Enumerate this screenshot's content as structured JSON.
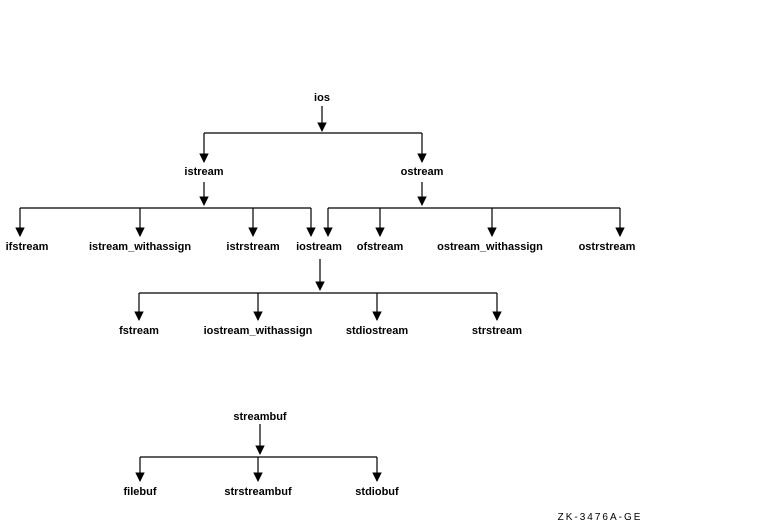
{
  "nodes": {
    "ios": "ios",
    "istream": "istream",
    "ostream": "ostream",
    "ifstream": "ifstream",
    "istream_withassign": "istream_withassign",
    "istrstream": "istrstream",
    "iostream": "iostream",
    "ofstream": "ofstream",
    "ostream_withassign": "ostream_withassign",
    "ostrstream": "ostrstream",
    "fstream": "fstream",
    "iostream_withassign": "iostream_withassign",
    "stdiostream": "stdiostream",
    "strstream": "strstream",
    "streambuf": "streambuf",
    "filebuf": "filebuf",
    "strstreambuf": "strstreambuf",
    "stdiobuf": "stdiobuf"
  },
  "hierarchy": {
    "ios": [
      "istream",
      "ostream"
    ],
    "istream": [
      "ifstream",
      "istream_withassign",
      "istrstream",
      "iostream"
    ],
    "ostream": [
      "iostream",
      "ofstream",
      "ostream_withassign",
      "ostrstream"
    ],
    "iostream": [
      "fstream",
      "iostream_withassign",
      "stdiostream",
      "strstream"
    ],
    "streambuf": [
      "filebuf",
      "strstreambuf",
      "stdiobuf"
    ]
  },
  "caption": "ZK-3476A-GE",
  "colors": {
    "line": "#000000",
    "text": "#000000",
    "background": "#ffffff"
  }
}
